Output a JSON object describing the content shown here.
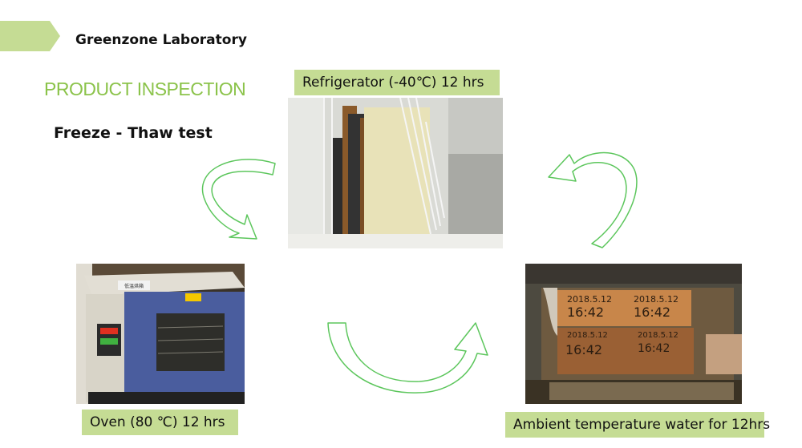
{
  "header": {
    "org_name": "Greenzone Laboratory"
  },
  "section": {
    "title": "PRODUCT INSPECTION",
    "subtitle": "Freeze - Thaw test"
  },
  "steps": {
    "refrigerator": {
      "label": "Refrigerator (-40℃) 12 hrs"
    },
    "oven": {
      "label": "Oven (80 ℃) 12 hrs"
    },
    "water": {
      "label": "Ambient temperature water for 12hrs"
    }
  },
  "photo_text": {
    "oven_sticker": "低温烘箱",
    "sample1_date": "2018.5.12",
    "sample1_time": "16:42",
    "sample2_date": "2018.5.12",
    "sample2_time": "16:42",
    "sample3_date": "2018.5.12",
    "sample3_time": "16:42",
    "sample4_date": "2018.5.12",
    "sample4_time": "16:42"
  },
  "colors": {
    "accent": "#8bc34a",
    "label_bg": "#c5dc94",
    "arrow": "#5cc65c"
  }
}
